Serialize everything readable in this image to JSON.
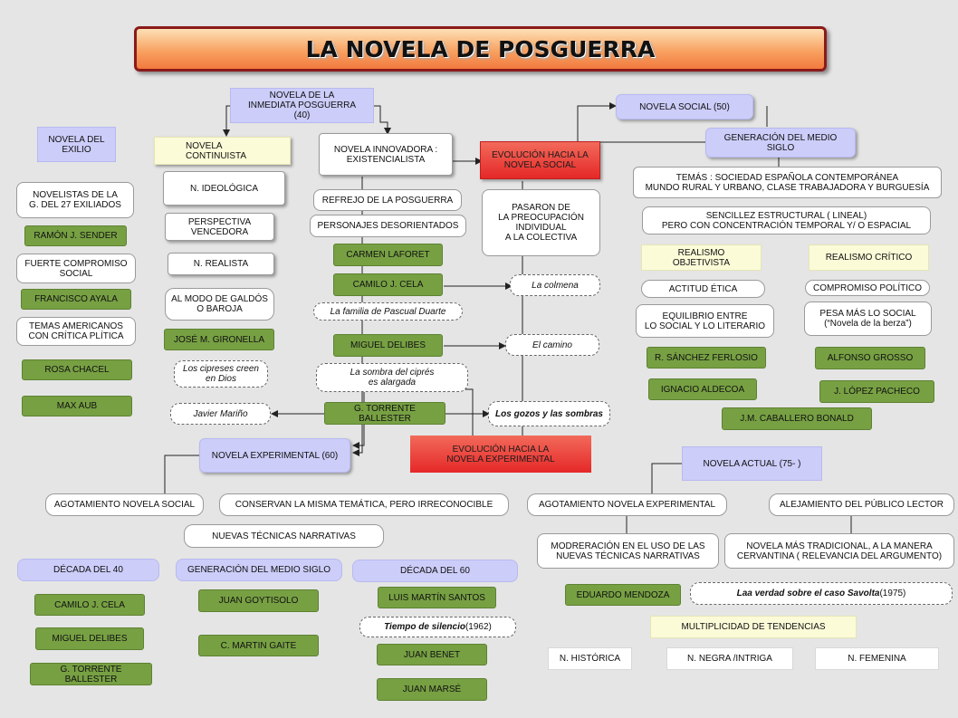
{
  "title": "LA NOVELA DE POSGUERRA",
  "nodes": {
    "inmediata": "NOVELA DE LA\nINMEDIATA POSGUERRA\n(40)",
    "exilio": "NOVELA DEL\nEXILIO",
    "continuista": "NOVELA\nCONTINUISTA",
    "innovadora": "NOVELA INNOVADORA :\nEXISTENCIALISTA",
    "evol_social": "EVOLUCIÓN HACIA LA\nNOVELA SOCIAL",
    "social50": "NOVELA SOCIAL (50)",
    "gen_medio_siglo": "GENERACIÓN DEL MEDIO SIGLO",
    "novelistas27": "NOVELISTAS DE LA\nG. DEL 27 EXILIADOS",
    "ideologica": "N. IDEOLÓGICA",
    "refrejo": "REFREJO DE LA POSGUERRA",
    "pasaron": "PASARON  DE\nLA PREOCUPACIÓN\nINDIVIDUAL\nA LA COLECTIVA",
    "temas": "TEMÁS : SOCIEDAD ESPAÑOLA CONTEMPORÁNEA\nMUNDO RURAL Y URBANO, CLASE TRABAJADORA Y BURGUESÍA",
    "perspectiva": "PERSPECTIVA\nVENCEDORA",
    "personajes": "PERSONAJES DESORIENTADOS",
    "sencillez": "SENCILLEZ ESTRUCTURAL ( LINEAL)\nPERO CON CONCENTRACIÓN TEMPORAL Y/ O ESPACIAL",
    "sender": "RAMÓN J. SENDER",
    "fuerte": "FUERTE COMPROMISO\nSOCIAL",
    "realista": "N. REALISTA",
    "laforet": "CARMEN LAFORET",
    "realismo_obj": "REALISMO\nOBJETIVISTA",
    "realismo_crit": "REALISMO CRÍTICO",
    "ayala": "FRANCISCO AYALA",
    "galdos": "AL MODO DE GALDÓS\nO BAROJA",
    "cela1": "CAMILO J. CELA",
    "la_colmena": "La colmena",
    "actitud": "ACTITUD ÉTICA",
    "compromiso": "COMPROMISO POLÍTICO",
    "familia": "La familia de Pascual Duarte",
    "temas_amer": "TEMAS AMERICANOS\nCON CRÍTICA PLÍTICA",
    "equilibrio": "EQUILIBRIO ENTRE\nLO SOCIAL Y LO LITERARIO",
    "pesa": "PESA MÁS LO SOCIAL\n(“Novela de la berza”)",
    "gironella": "JOSÉ M. GIRONELLA",
    "delibes1": "MIGUEL DELIBES",
    "el_camino": "El camino",
    "ferlosio": "R. SÁNCHEZ FERLOSIO",
    "grosso": "ALFONSO GROSSO",
    "chacel": "ROSA CHACEL",
    "cipreses": "Los cipreses creen\nen Dios",
    "sombra": "La sombra del ciprés\nes alargada",
    "aldecoa": "IGNACIO ALDECOA",
    "pacheco": "J. LÓPEZ PACHECO",
    "aub": "MAX AUB",
    "marino": "Javier Mariño",
    "ballester1": "G. TORRENTE BALLESTER",
    "gozos": "Los gozos y las sombras",
    "bonald": "J.M. CABALLERO BONALD",
    "experimental": "NOVELA EXPERIMENTAL (60)",
    "evol_exp": "EVOLUCIÓN HACIA LA\nNOVELA EXPERIMENTAL",
    "actual": "NOVELA  ACTUAL (75-  )",
    "agot_social": "AGOTAMIENTO NOVELA SOCIAL",
    "conservan": "CONSERVAN LA MISMA TEMÁTICA, PERO IRRECONOCIBLE",
    "agot_exp": "AGOTAMIENTO NOVELA EXPERIMENTAL",
    "alejamiento": "ALEJAMIENTO DEL PÚBLICO LECTOR",
    "nuevas": "NUEVAS TÉCNICAS NARRATIVAS",
    "moderacion": "MODRERACIÓN EN EL USO DE LAS\nNUEVAS TÉCNICAS NARRATIVAS",
    "tradicional": "NOVELA MÁS TRADICIONAL, A LA MANERA\nCERVANTINA ( RELEVANCIA DEL ARGUMENTO)",
    "decada40": "DÉCADA DEL 40",
    "gen_medio2": "GENERACIÓN DEL MEDIO SIGLO",
    "decada60": "DÉCADA DEL 60",
    "cela2": "CAMILO J. CELA",
    "goytisolo": "JUAN GOYTISOLO",
    "martin_santos": "LUIS MARTÍN SANTOS",
    "mendoza": "EDUARDO MENDOZA",
    "savolta_title": "Laa verdad sobre el caso Savolta",
    "savolta_year": " (1975)",
    "tiempo_title": "Tiempo de silencio",
    "tiempo_year": " (1962)",
    "multiplicidad": "MULTIPLICIDAD DE TENDENCIAS",
    "delibes2": "MIGUEL DELIBES",
    "gaite": "C. MARTIN GAITE",
    "benet": "JUAN BENET",
    "historica": "N. HISTÓRICA",
    "negra": "N. NEGRA /INTRIGA",
    "femenina": "N. FEMENINA",
    "ballester2": "G. TORRENTE BALLESTER",
    "marse": "JUAN MARSÉ"
  },
  "colors": {
    "background": "#e5e5e5",
    "green_box": "#77a043",
    "purple_box": "#cccdf9",
    "yellow_box": "#fbfbd8",
    "red_box": "#e52828",
    "title_border": "#8b1a1a",
    "title_fill": "#f8a262"
  }
}
